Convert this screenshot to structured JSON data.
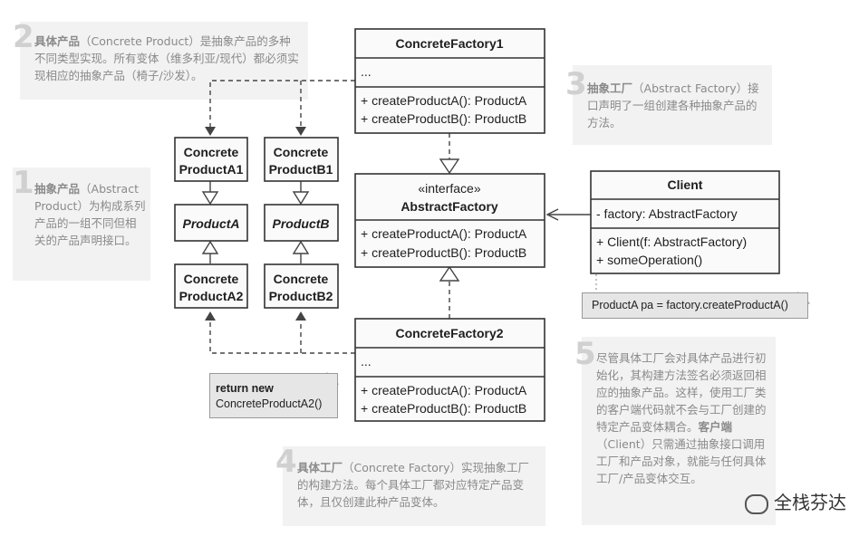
{
  "notes": {
    "n1": {
      "num": "1",
      "bold": "抽象产品",
      "text": "（Abstract Product）为构成系列产品的一组不同但相关的产品声明接口。"
    },
    "n2": {
      "num": "2",
      "bold": "具体产品",
      "text": "（Concrete Product）是抽象产品的多种不同类型实现。所有变体（维多利亚/现代）都必须实现相应的抽象产品（椅子/沙发）。"
    },
    "n3": {
      "num": "3",
      "bold": "抽象工厂",
      "text": "（Abstract Factory）接口声明了一组创建各种抽象产品的方法。"
    },
    "n4": {
      "num": "4",
      "bold": "具体工厂",
      "text": "（Concrete Factory）实现抽象工厂的构建方法。每个具体工厂都对应特定产品变体，且仅创建此种产品变体。"
    },
    "n5": {
      "num": "5",
      "text_a": "尽管具体工厂会对具体产品进行初始化，其构建方法签名必须返回相应的抽象产品。这样，使用工厂类的客户端代码就不会与工厂创建的特定产品变体耦合。",
      "bold": "客户端",
      "text_b": "（Client）只需通过抽象接口调用工厂和产品对象，就能与任何具体工厂/产品变体交互。"
    }
  },
  "classes": {
    "cf1": {
      "name": "ConcreteFactory1",
      "field": "...",
      "m1": "+ createProductA(): ProductA",
      "m2": "+ createProductB(): ProductB"
    },
    "cf2": {
      "name": "ConcreteFactory2",
      "field": "...",
      "m1": "+ createProductA(): ProductA",
      "m2": "+ createProductB(): ProductB"
    },
    "af": {
      "stereo": "«interface»",
      "name": "AbstractFactory",
      "m1": "+ createProductA(): ProductA",
      "m2": "+ createProductB(): ProductB"
    },
    "client": {
      "name": "Client",
      "field": "- factory: AbstractFactory",
      "m1": "+ Client(f: AbstractFactory)",
      "m2": "+ someOperation()"
    },
    "ca1": {
      "l1": "Concrete",
      "l2": "ProductA1"
    },
    "cb1": {
      "l1": "Concrete",
      "l2": "ProductB1"
    },
    "pa": {
      "name": "ProductA"
    },
    "pb": {
      "name": "ProductB"
    },
    "ca2": {
      "l1": "Concrete",
      "l2": "ProductA2"
    },
    "cb2": {
      "l1": "Concrete",
      "l2": "ProductB2"
    }
  },
  "code_notes": {
    "client_code": "ProductA pa = factory.createProductA()",
    "return_kw": "return new",
    "return_expr": "ConcreteProductA2()"
  },
  "watermark": "全栈芬达",
  "colors": {
    "note_bg": "#f2f2f2",
    "note_text": "#8a8a8a",
    "box_stroke": "#333333",
    "code_bg": "#e6e6e6"
  }
}
